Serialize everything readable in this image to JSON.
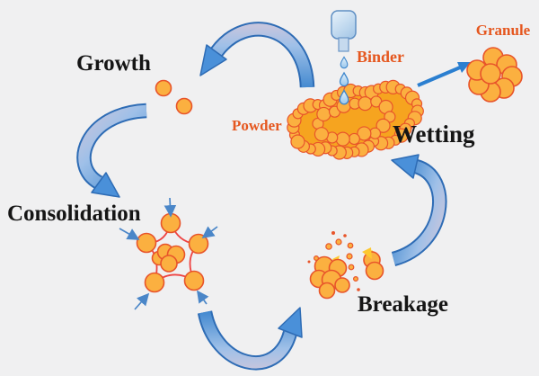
{
  "diagram": {
    "labels": {
      "growth": "Growth",
      "consolidation": "Consolidation",
      "wetting": "Wetting",
      "breakage": "Breakage",
      "powder": "Powder",
      "binder": "Binder",
      "granule": "Granule"
    },
    "colors": {
      "background": "#f0f0f1",
      "arrow_blue": "#4a90d9",
      "arrow_blue_dark": "#2e6cb5",
      "arrow_highlight": "#d9c8d8",
      "particle_fill": "#fbb040",
      "particle_outline": "#e8542a",
      "stage_label_color": "#151515",
      "material_label_color": "#e5571f",
      "consolidation_web_color": "#ee4343",
      "droplet_fill": "#cfe4f6",
      "droplet_outline": "#3f87cc"
    },
    "icons": {
      "nozzle": "binder-spray-nozzle-icon",
      "droplet": "binder-droplet-icon",
      "cycle_arrow": "curved-blue-arrow-icon",
      "inward_arrow": "compression-arrow-icon",
      "transfer_arrow": "straight-blue-arrow-icon"
    }
  }
}
